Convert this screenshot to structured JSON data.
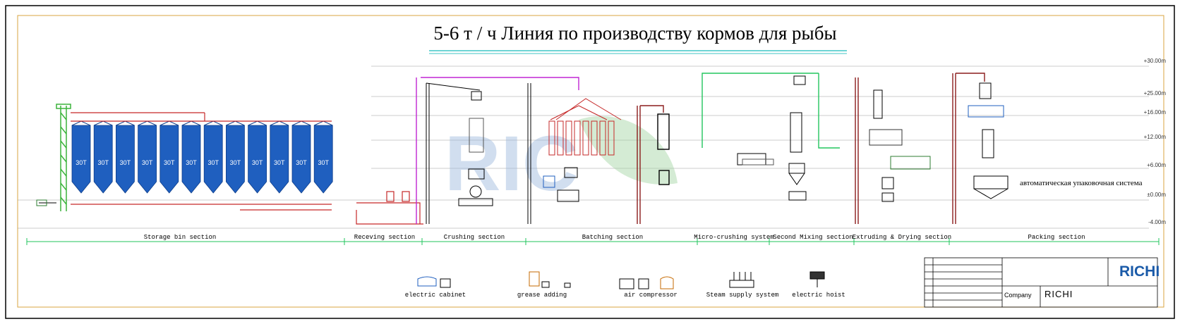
{
  "title": "5-6 т / ч Линия по производству кормов для рыбы",
  "levels": [
    "+30.00m",
    "+25.00m",
    "+16.00m",
    "+12.00m",
    "+6.00m",
    "±0.00m",
    "-4.00m"
  ],
  "silo_label": "30T",
  "silo_count": 12,
  "sections": [
    "Storage bin section",
    "Receving section",
    "Crushing section",
    "Batching section",
    "Micro-crushing system",
    "Second Mixing section",
    "Extruding & Drying section",
    "Packing section"
  ],
  "legend": [
    "electric cabinet",
    "grease adding",
    "air compressor",
    "Steam supply system",
    "electric hoist"
  ],
  "packing_label": "автоматическая упаковочная система",
  "title_block": {
    "company_label": "Company",
    "company_value": "RICHI",
    "logo": "RICHI"
  },
  "colors": {
    "frame": "#000000",
    "inner_frame": "#d9a441",
    "silo": "#1f5fbf",
    "pipe_red": "#c62828",
    "pipe_magenta": "#c026d3",
    "pipe_green": "#22c55e",
    "tower_green": "#3bb43b",
    "title_underline": "#3fc6c6",
    "section_line": "#22c55e",
    "watermark_blue": "#9bb7dc",
    "watermark_green": "#9fd39f"
  }
}
